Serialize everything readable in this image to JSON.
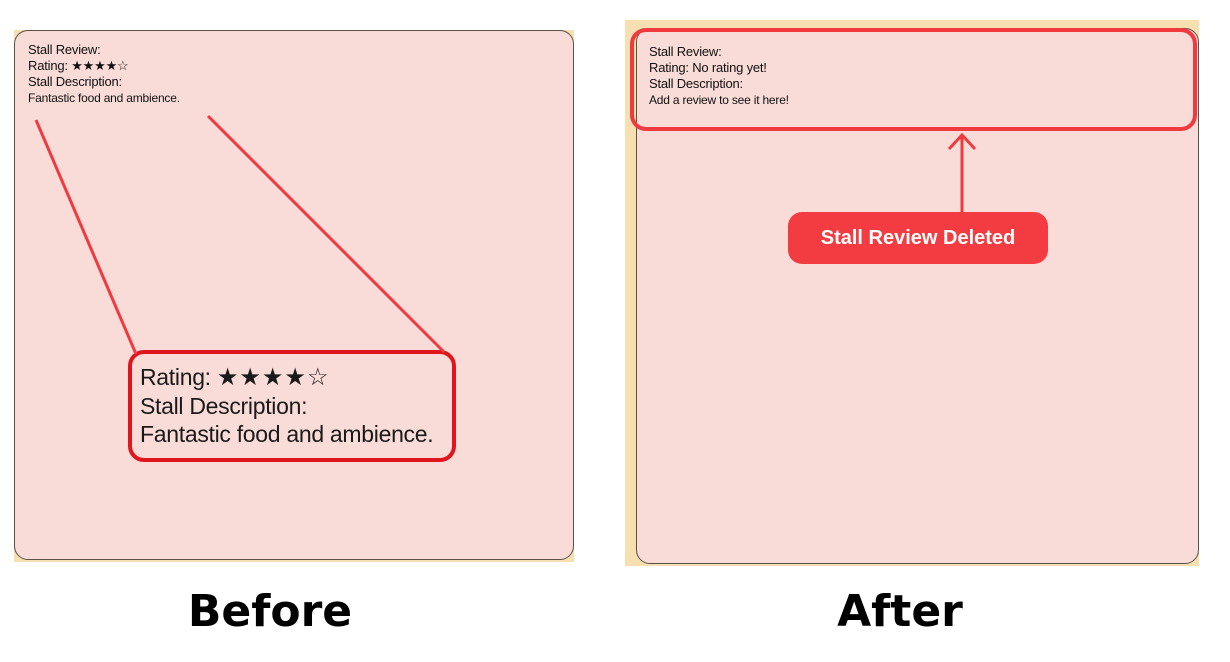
{
  "before": {
    "caption": "Before",
    "card": {
      "review_label": "Stall Review:",
      "rating_label": "Rating:",
      "stars": "★★★★☆",
      "description_label": "Stall Description:",
      "description": "Fantastic food and ambience."
    },
    "zoom": {
      "rating_label": "Rating:",
      "stars": "★★★★☆",
      "description_label": "Stall Description:",
      "description": "Fantastic food and ambience."
    },
    "rating_value": 4,
    "rating_max": 5
  },
  "after": {
    "caption": "After",
    "card": {
      "review_label": "Stall Review:",
      "rating_text": "Rating: No rating yet!",
      "description_label": "Stall Description:",
      "description": "Add a review to see it here!"
    },
    "badge": "Stall Review Deleted"
  },
  "colors": {
    "card_background": "#f9dbd7",
    "outer_background": "#f6dfb0",
    "highlight_red": "#e0161e",
    "badge_red": "#f23c41"
  }
}
